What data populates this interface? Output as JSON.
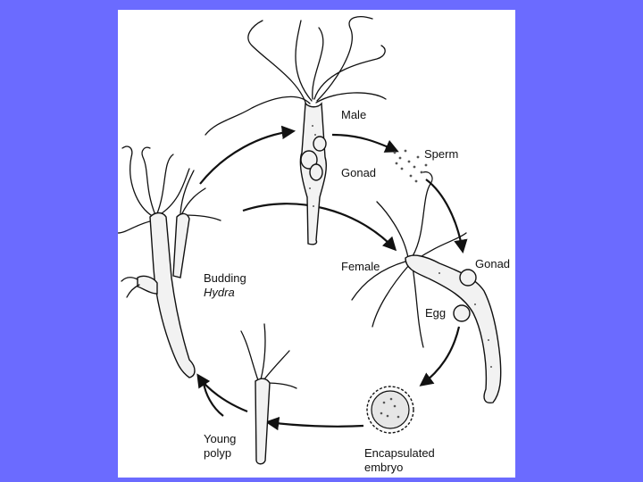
{
  "colors": {
    "background": "#6b6bff",
    "panel": "#ffffff",
    "ink": "#111111"
  },
  "labels": {
    "male": "Male",
    "sperm": "Sperm",
    "gonad_male": "Gonad",
    "female": "Female",
    "gonad_female": "Gonad",
    "egg": "Egg",
    "budding": "Budding",
    "hydra": "Hydra",
    "encapsulated": "Encapsulated",
    "embryo": "embryo",
    "young": "Young",
    "polyp": "polyp"
  }
}
